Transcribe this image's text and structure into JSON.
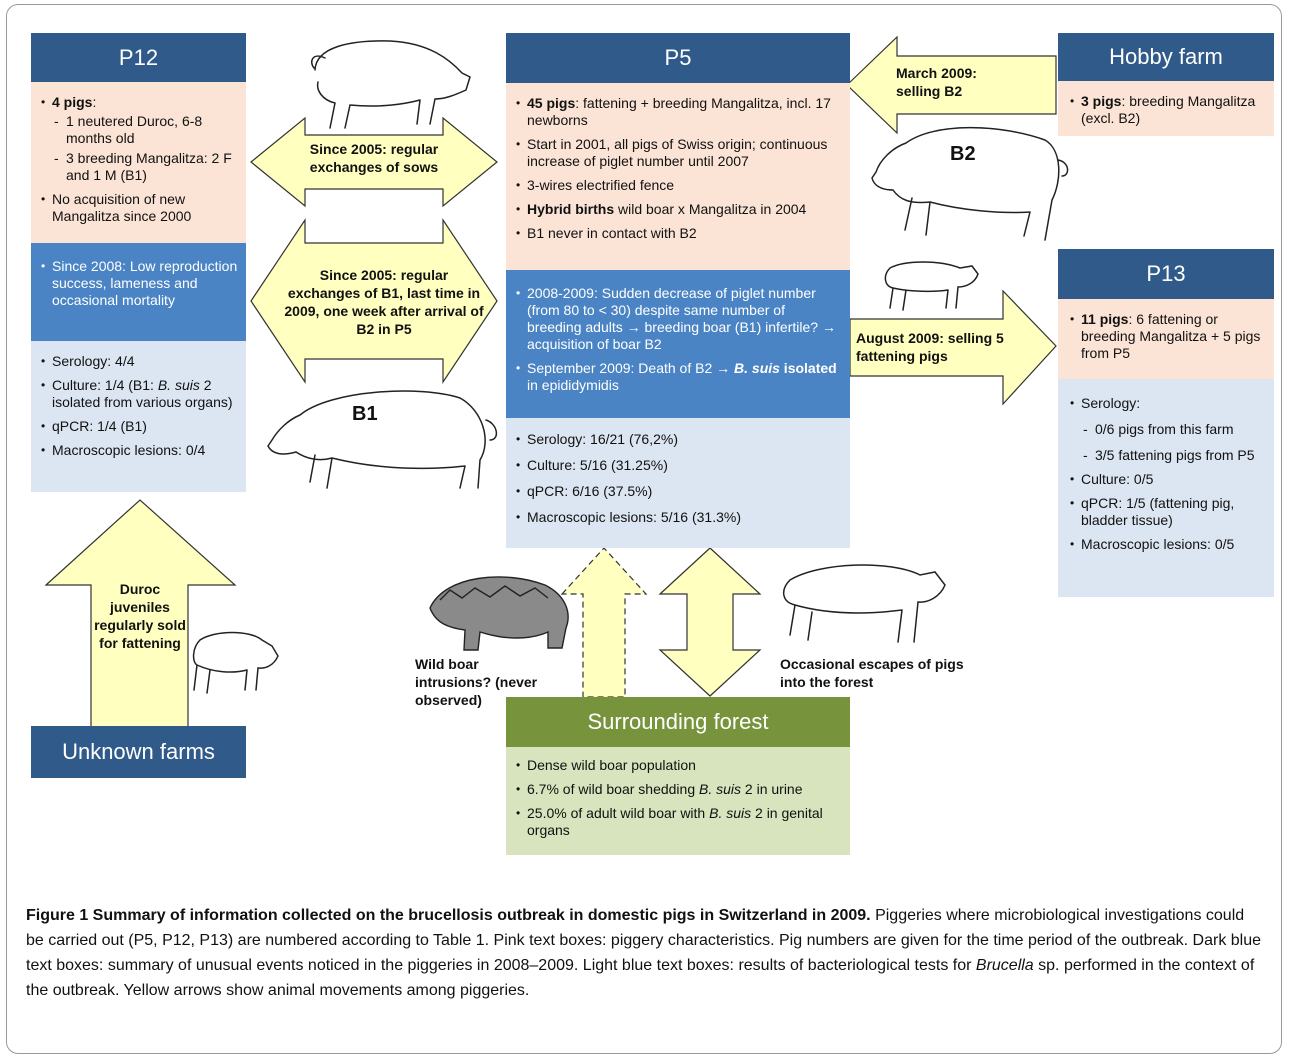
{
  "p12": {
    "title": "P12",
    "pink": {
      "pigs_count": "4 pigs",
      "pigs_rest": ":",
      "sub1": "1 neutered Duroc, 6-8 months old",
      "sub2": "3 breeding Mangalitza: 2 F and 1 M (B1)",
      "acq": "No acquisition of new Mangalitza since 2000"
    },
    "events": "Since 2008: Low reproduction success, lameness and occasional mortality",
    "tests": {
      "serology": "Serology: 4/4",
      "culture_a": "Culture: 1/4 (B1: ",
      "culture_i": "B. suis",
      "culture_b": " 2 isolated from various organs)",
      "qpcr": "qPCR: 1/4 (B1)",
      "lesions": "Macroscopic lesions: 0/4"
    }
  },
  "p5": {
    "title": "P5",
    "pink": {
      "pigs_count": "45 pigs",
      "pigs_rest": ": fattening + breeding Mangalitza, incl. 17 newborns",
      "start": "Start in 2001, all pigs of Swiss origin; continuous increase of piglet number until 2007",
      "fence": "3-wires electrified fence",
      "hybrid_bold": "Hybrid births",
      "hybrid_rest": " wild boar x Mangalitza in 2004",
      "contact": "B1 never in contact with B2"
    },
    "events": {
      "e1": "2008-2009: Sudden decrease of piglet number (from 80 to < 30) despite same number of breeding adults → breeding boar (B1) infertile? → acquisition of boar B2",
      "e2_a": "September 2009: Death of B2 → ",
      "e2_b": "B. suis",
      "e2_c": " isolated",
      "e2_d": " in epididymidis"
    },
    "tests": {
      "serology": "Serology: 16/21 (76,2%)",
      "culture": "Culture: 5/16 (31.25%)",
      "qpcr": "qPCR: 6/16 (37.5%)",
      "lesions": "Macroscopic lesions: 5/16 (31.3%)"
    }
  },
  "hobby": {
    "title": "Hobby farm",
    "pigs_count": "3 pigs",
    "pigs_rest": ": breeding Mangalitza (excl. B2)"
  },
  "p13": {
    "title": "P13",
    "pigs_count": "11 pigs",
    "pigs_rest": ": 6 fattening or breeding Mangalitza + 5 pigs from P5",
    "tests": {
      "serology": "Serology:",
      "sub1": "0/6 pigs from this farm",
      "sub2": "3/5 fattening pigs from P5",
      "culture": "Culture: 0/5",
      "qpcr": "qPCR: 1/5 (fattening pig, bladder tissue)",
      "lesions": "Macroscopic lesions: 0/5"
    }
  },
  "forest": {
    "title": "Surrounding forest",
    "b1": "Dense wild boar population",
    "b2_a": "6.7% of wild boar shedding ",
    "b2_b": "B. suis",
    "b2_c": " 2 in urine",
    "b3_a": "25.0% of adult wild boar with ",
    "b3_b": "B. suis",
    "b3_c": " 2 in genital organs"
  },
  "unknown": {
    "title": "Unknown farms"
  },
  "arrows": {
    "sows": "Since 2005: regular exchanges of sows",
    "b1_exchange": "Since 2005: regular exchanges of B1, last time in 2009, one week after arrival of B2 in P5",
    "march": "March 2009: selling B2",
    "august": "August 2009: selling 5 fattening pigs",
    "duroc": "Duroc juveniles regularly sold for fattening",
    "wild_boar": "Wild boar intrusions? (never observed)",
    "escapes": "Occasional escapes of pigs into the forest"
  },
  "pig_labels": {
    "b1": "B1",
    "b2": "B2"
  },
  "caption": {
    "bold": "Figure 1 Summary of information collected on the brucellosis outbreak in domestic pigs in Switzerland in 2009.",
    "text_a": " Piggeries where microbiological investigations could be carried out (P5, P12, P13) are numbered according to Table 1. Pink text boxes: piggery characteristics. Pig numbers are given for the time period of the outbreak. Dark blue text boxes: summary of unusual events noticed in the piggeries in 2008–2009. Light blue text boxes: results of bacteriological tests for ",
    "italic": "Brucella",
    "text_b": " sp. performed in the context of the outbreak. Yellow arrows show animal movements among piggeries."
  },
  "colors": {
    "header": "#2f5a8a",
    "pink": "#fbe4d5",
    "events": "#4a84c4",
    "tests": "#dce6f2",
    "forest_header": "#77933c",
    "forest_body": "#d7e4bd",
    "arrow_fill": "#ffffc0"
  }
}
